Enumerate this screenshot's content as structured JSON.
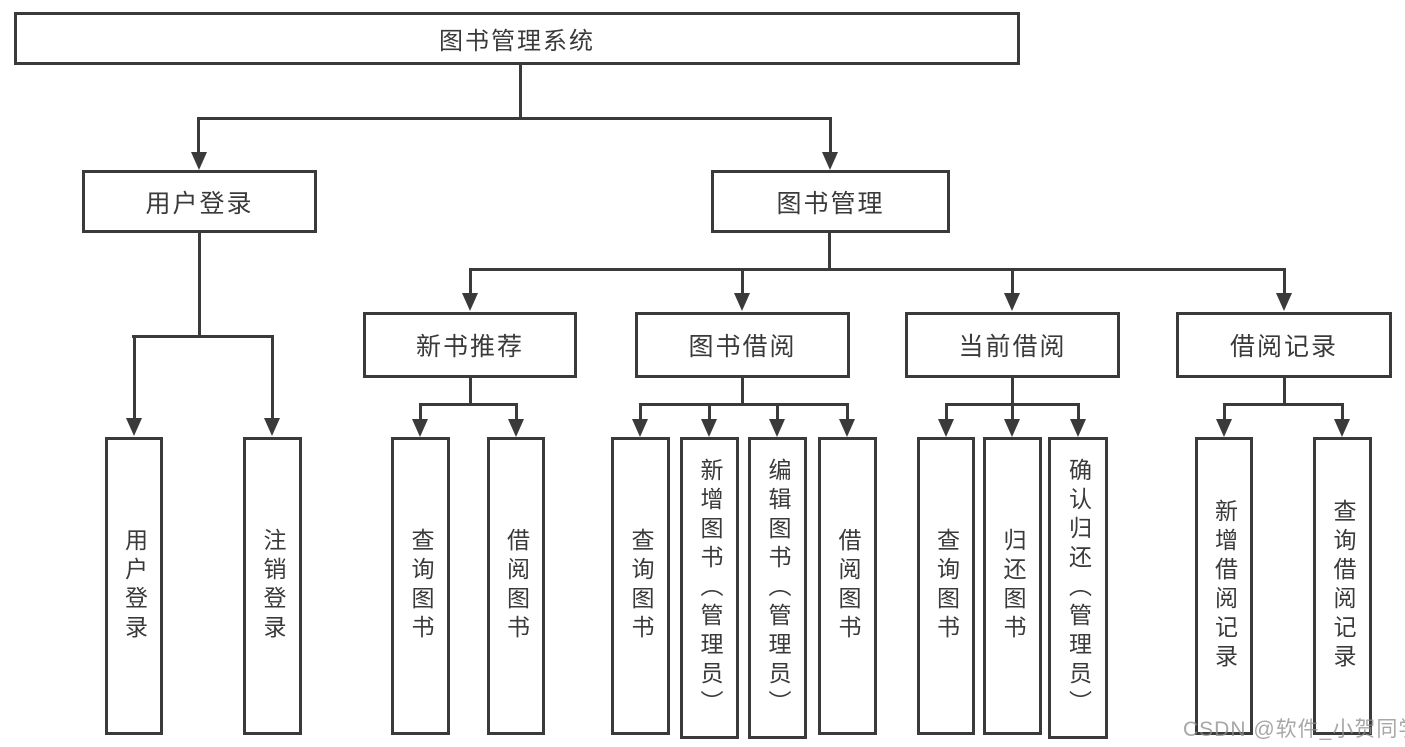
{
  "colors": {
    "line": "#3a3a3a",
    "text": "#3a3a3a",
    "box_background": "#ffffff",
    "page_background": "#ffffff",
    "watermark": "#8f8f8f"
  },
  "tree": {
    "root": {
      "label": "图书管理系统"
    },
    "children": [
      {
        "label": "用户登录",
        "children": [
          {
            "label": "用户登录"
          },
          {
            "label": "注销登录"
          }
        ]
      },
      {
        "label": "图书管理",
        "children": [
          {
            "label": "新书推荐",
            "children": [
              {
                "label": "查询图书"
              },
              {
                "label": "借阅图书"
              }
            ]
          },
          {
            "label": "图书借阅",
            "children": [
              {
                "label": "查询图书"
              },
              {
                "label": "新增图书（管理员）"
              },
              {
                "label": "编辑图书（管理员）"
              },
              {
                "label": "借阅图书"
              }
            ]
          },
          {
            "label": "当前借阅",
            "children": [
              {
                "label": "查询图书"
              },
              {
                "label": "归还图书"
              },
              {
                "label": "确认归还（管理员）"
              }
            ]
          },
          {
            "label": "借阅记录",
            "children": [
              {
                "label": "新增借阅记录"
              },
              {
                "label": "查询借阅记录"
              }
            ]
          }
        ]
      }
    ]
  },
  "watermark": {
    "text": "CSDN @软件_小贺同学"
  }
}
